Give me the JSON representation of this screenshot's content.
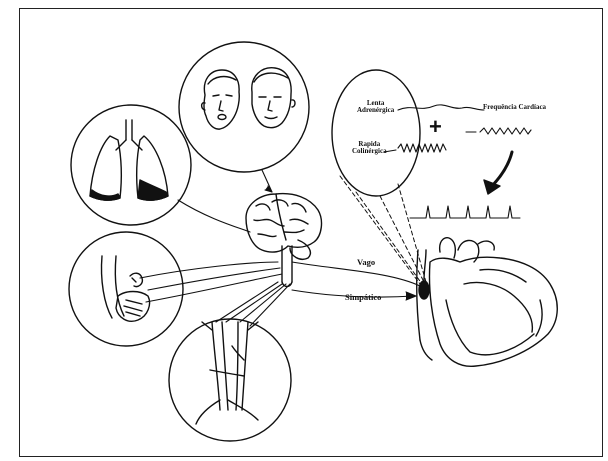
{
  "figure": {
    "labels": {
      "lenta_line1": "Lenta",
      "lenta_line2": "Adrenérgica",
      "rapida_line1": "Rapida",
      "rapida_line2": "Colinérgica",
      "frequencia": "Frequência Cardíaca",
      "plus": "+",
      "vago": "Vago",
      "simpatico": "Simpático"
    }
  }
}
